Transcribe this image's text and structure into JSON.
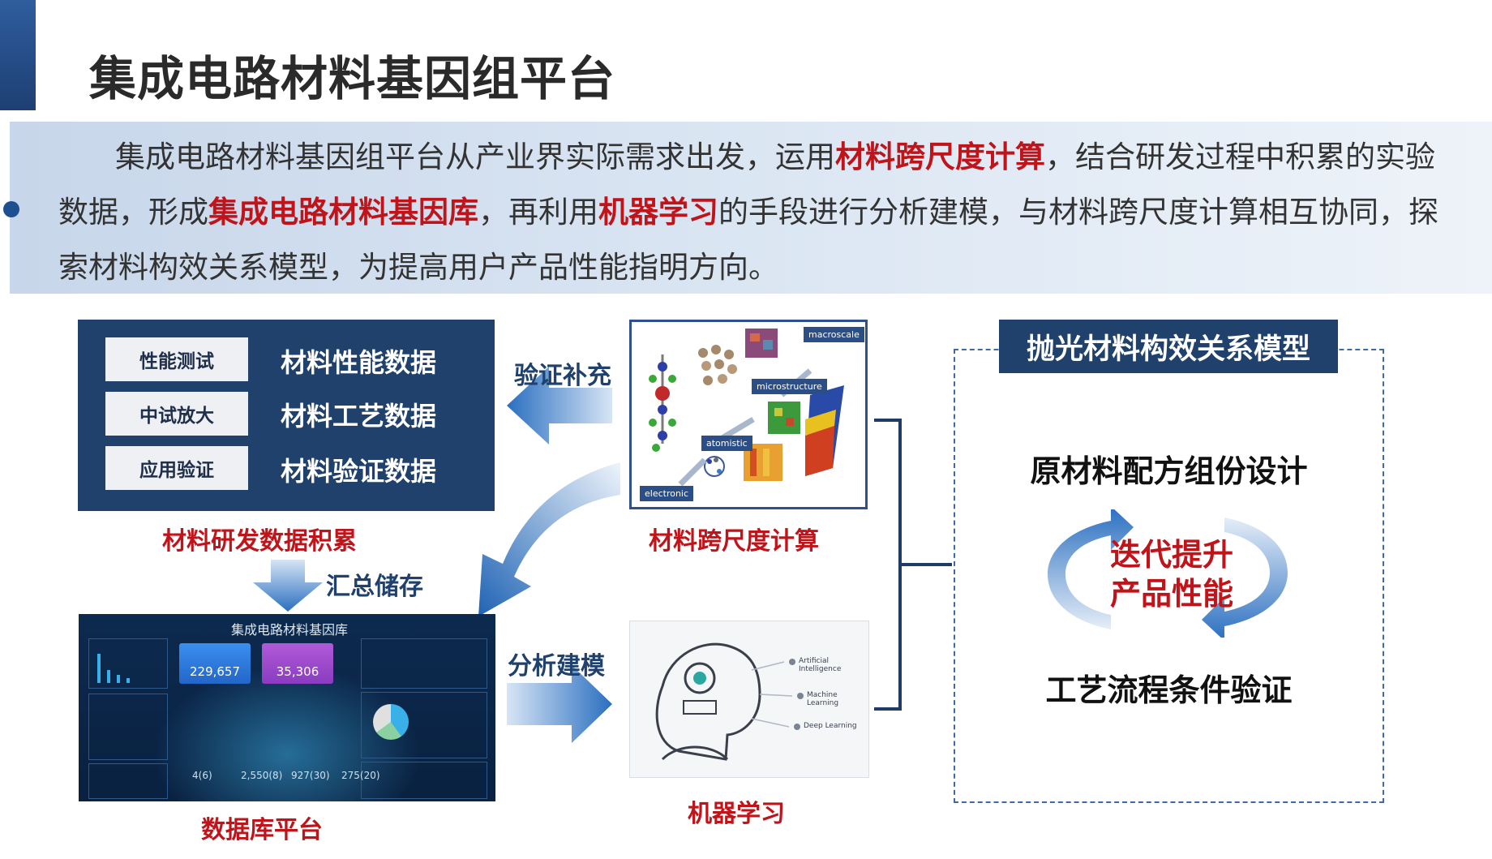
{
  "header": {
    "title": "集成电路材料基因组平台"
  },
  "intro": {
    "segments": [
      {
        "text": "集成电路材料基因组平台从产业界实际需求出发，运用",
        "highlight": false
      },
      {
        "text": "材料跨尺度计算",
        "highlight": true
      },
      {
        "text": "，结合研发过程中积累的实验数据，形成",
        "highlight": false
      },
      {
        "text": "集成电路材料基因库",
        "highlight": true
      },
      {
        "text": "，再利用",
        "highlight": false
      },
      {
        "text": "机器学习",
        "highlight": true
      },
      {
        "text": "的手段进行分析建模，与材料跨尺度计算相互协同，探索材料构效关系模型，为提高用户产品性能指明方向。",
        "highlight": false
      }
    ]
  },
  "rd_panel": {
    "rows": [
      {
        "chip": "性能测试",
        "text": "材料性能数据"
      },
      {
        "chip": "中试放大",
        "text": "材料工艺数据"
      },
      {
        "chip": "应用验证",
        "text": "材料验证数据"
      }
    ],
    "caption": "材料研发数据积累"
  },
  "arrows": {
    "verify": "验证补充",
    "collect": "汇总储存",
    "analyze": "分析建模"
  },
  "simulation": {
    "caption": "材料跨尺度计算",
    "tags": [
      "macroscale",
      "microstructure",
      "atomistic",
      "electronic"
    ]
  },
  "database": {
    "caption": "数据库平台",
    "screen_title": "集成电路材料基因库",
    "stat1": "229,657",
    "stat2": "35,306",
    "bottom_stats": [
      "4(6)",
      "2,550(8)",
      "927(30)",
      "275(20)"
    ]
  },
  "ml": {
    "caption": "机器学习",
    "labels": [
      "Artificial Intelligence",
      "Machine Learning",
      "Deep Learning"
    ]
  },
  "model": {
    "title": "抛光材料构效关系模型",
    "top": "原材料配方组份设计",
    "cycle": [
      "迭代提升",
      "产品性能"
    ],
    "bottom": "工艺流程条件验证"
  },
  "colors": {
    "accent_red": "#c0141b",
    "navy": "#1f416c",
    "arrow_blue": "#2a6fc0"
  }
}
